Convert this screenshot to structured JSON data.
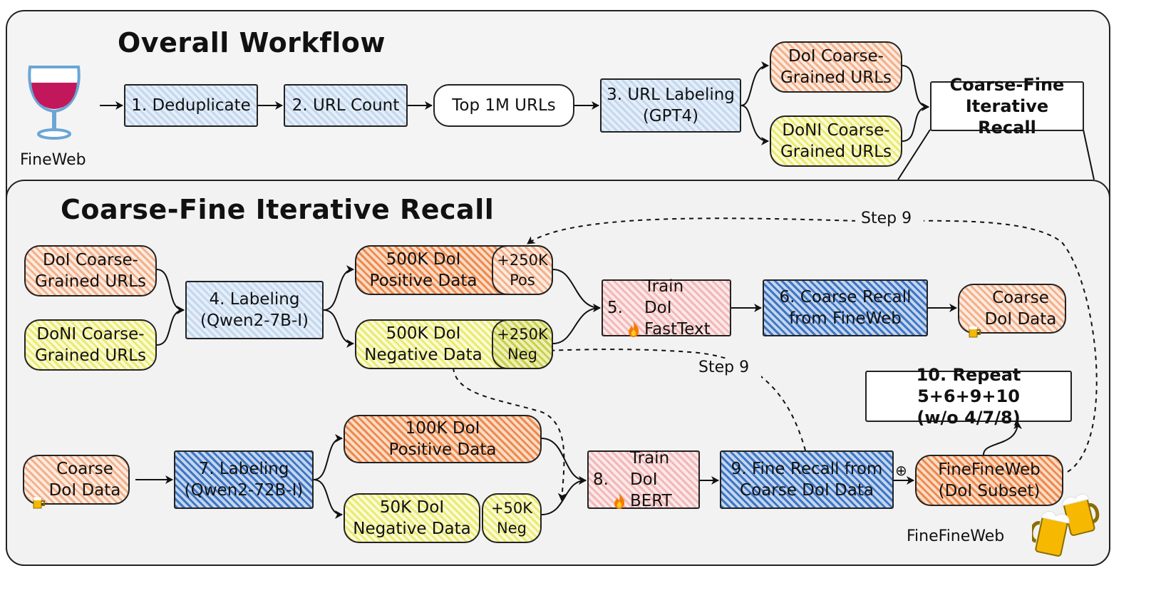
{
  "top": {
    "title": "Overall Workflow",
    "source_label": "FineWeb",
    "nodes": {
      "dedup": "1. Deduplicate",
      "url_count": "2. URL Count",
      "top_urls": "Top 1M URLs",
      "url_labeling": "3. URL Labeling\n(GPT4)",
      "doi_coarse": "DoI Coarse-\nGrained URLs",
      "doni_coarse": "DoNI Coarse-\nGrained URLs",
      "cf_recall": "Coarse-Fine\nIterative Recall"
    }
  },
  "bottom": {
    "title": "Coarse-Fine Iterative Recall",
    "nodes": {
      "doi_urls": "DoI Coarse-\nGrained URLs",
      "doni_urls": "DoNI Coarse-\nGrained URLs",
      "labeling4": "4. Labeling\n(Qwen2-7B-I)",
      "pos500": "500K DoI\nPositive Data",
      "pos250": "+250K\nPos",
      "neg500": "500K DoI\nNegative Data",
      "neg250": "+250K\nNeg",
      "train5_num": "5.",
      "train5_rest": "Train\nDoI FastText",
      "recall6": "6. Coarse Recall\nfrom FineWeb",
      "coarse_data_top": "Coarse\nDoI Data",
      "coarse_data_bottom": "Coarse\nDoI Data",
      "labeling7": "7. Labeling\n(Qwen2-72B-I)",
      "pos100": "100K DoI\nPositive Data",
      "neg50": "50K DoI\nNegative Data",
      "neg50plus": "+50K\nNeg",
      "train8_num": "8.",
      "train8_rest": "Train\nDoI BERT",
      "recall9": "9. Fine Recall from\nCoarse DoI Data",
      "finefine": "FineFineWeb\n(DoI Subset)",
      "repeat10": "10. Repeat 5+6+9+10\n(w/o 4/7/8)"
    },
    "step_labels": [
      "Step 9",
      "Step 9"
    ],
    "merge_symbol": "⊕",
    "brand_label": "FineFineWeb"
  },
  "icons": [
    "wine-glass-icon",
    "beer-mug-icon",
    "fire-icon"
  ],
  "colors": {
    "light_blue": "#c3d8ef",
    "blue": "#3f76c4",
    "orange": "#ee8a4e",
    "light_orange": "#f4b08a",
    "yellow": "#eaea72",
    "pink": "#f3b7b7",
    "wine": "#c2185b"
  }
}
